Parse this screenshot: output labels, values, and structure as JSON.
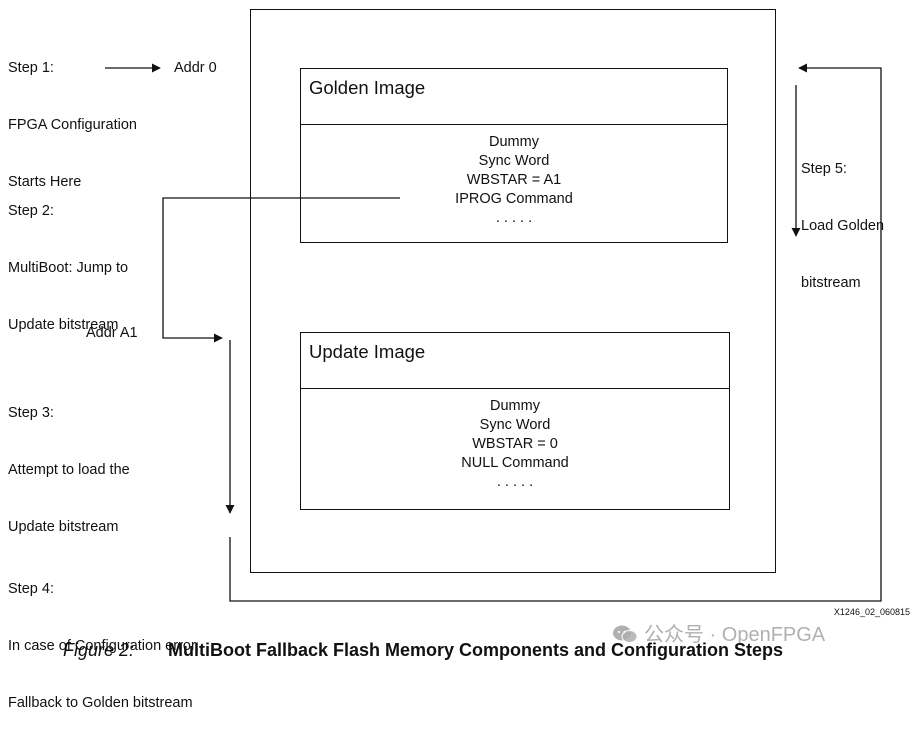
{
  "steps": {
    "step1": [
      "Step 1:",
      "FPGA Configuration",
      "Starts Here"
    ],
    "addr0": "Addr 0",
    "step2": [
      "Step 2:",
      "MultiBoot: Jump to",
      "Update bitstream"
    ],
    "addrA1": "Addr A1",
    "step3": [
      "Step 3:",
      "Attempt to load the",
      "Update bitstream"
    ],
    "step4": [
      "Step 4:",
      "In case of Configuration error,",
      "Fallback to Golden bitstream"
    ],
    "step5": [
      "Step 5:",
      "Load Golden",
      "bitstream"
    ]
  },
  "golden": {
    "title": "Golden Image",
    "lines": [
      "Dummy",
      "Sync Word",
      "WBSTAR = A1",
      "IPROG Command",
      ". . . . ."
    ]
  },
  "update": {
    "title": "Update Image",
    "lines": [
      "Dummy",
      "Sync Word",
      "WBSTAR = 0",
      "NULL Command",
      ". . . . ."
    ]
  },
  "figure": {
    "number": "Figure 2:",
    "title": "MultiBoot Fallback Flash Memory Components and Configuration Steps",
    "code": "X1246_02_060815"
  },
  "watermark": "公众号 · OpenFPGA"
}
